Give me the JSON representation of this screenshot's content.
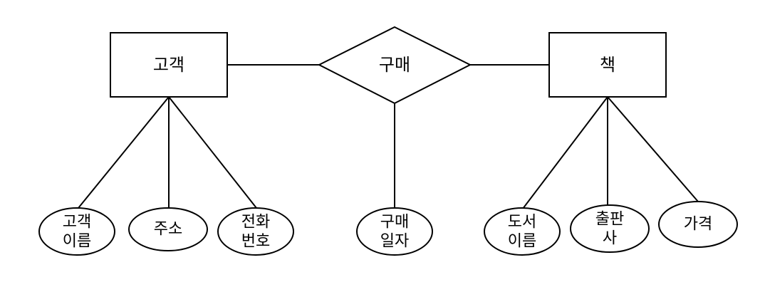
{
  "entities": [
    {
      "id": "customer",
      "label": "고객"
    },
    {
      "id": "book",
      "label": "책"
    }
  ],
  "relationship": {
    "id": "purchase",
    "label": "구매"
  },
  "attributes": [
    {
      "id": "customer-name",
      "lines": [
        "고객",
        "이름"
      ]
    },
    {
      "id": "address",
      "lines": [
        "주소"
      ]
    },
    {
      "id": "phone",
      "lines": [
        "전화",
        "번호"
      ]
    },
    {
      "id": "purchase-date",
      "lines": [
        "구매",
        "일자"
      ]
    },
    {
      "id": "book-title",
      "lines": [
        "도서",
        "이름"
      ]
    },
    {
      "id": "publisher",
      "lines": [
        "출판",
        "사"
      ]
    },
    {
      "id": "price",
      "lines": [
        "가격"
      ]
    }
  ]
}
